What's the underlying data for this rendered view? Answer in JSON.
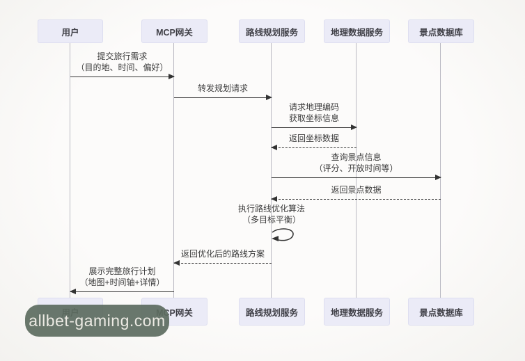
{
  "diagram": {
    "participants": [
      {
        "label": "用户"
      },
      {
        "label": "MCP网关"
      },
      {
        "label": "路线规划服务"
      },
      {
        "label": "地理数据服务"
      },
      {
        "label": "景点数据库"
      }
    ],
    "messages": [
      {
        "text": "提交旅行需求\n（目的地、时间、偏好）",
        "from": "用户",
        "to": "MCP网关",
        "line": "solid"
      },
      {
        "text": "转发规划请求",
        "from": "MCP网关",
        "to": "路线规划服务",
        "line": "solid"
      },
      {
        "text": "请求地理编码\n获取坐标信息",
        "from": "路线规划服务",
        "to": "地理数据服务",
        "line": "solid"
      },
      {
        "text": "返回坐标数据",
        "from": "地理数据服务",
        "to": "路线规划服务",
        "line": "dashed"
      },
      {
        "text": "查询景点信息\n（评分、开放时间等）",
        "from": "路线规划服务",
        "to": "景点数据库",
        "line": "solid"
      },
      {
        "text": "返回景点数据",
        "from": "景点数据库",
        "to": "路线规划服务",
        "line": "dashed"
      },
      {
        "text": "执行路线优化算法\n（多目标平衡）",
        "from": "路线规划服务",
        "to": "路线规划服务",
        "line": "self"
      },
      {
        "text": "返回优化后的路线方案",
        "from": "路线规划服务",
        "to": "MCP网关",
        "line": "dashed"
      },
      {
        "text": "展示完整旅行计划\n（地图+时间轴+详情）",
        "from": "MCP网关",
        "to": "用户",
        "line": "solid"
      }
    ]
  },
  "watermark": {
    "text": "allbet-gaming.com"
  },
  "colors": {
    "participant_fill": "#ebebf7",
    "participant_border": "#dddef0",
    "arrow": "#333333",
    "lifeline": "#b9b9c2",
    "watermark_bg": "#5c6b5f",
    "watermark_text": "#eceae3",
    "background": "#fcfbfa"
  }
}
